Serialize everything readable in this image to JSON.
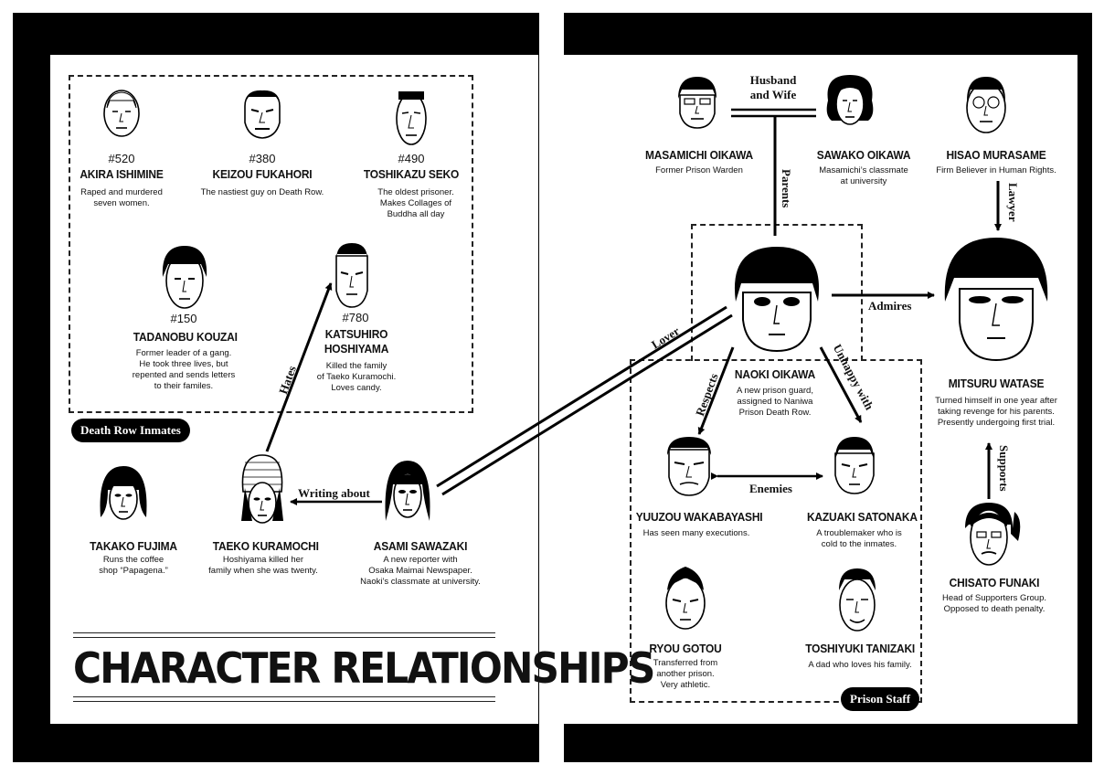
{
  "title": "CHARACTER RELATIONSHIPS",
  "groups": {
    "death_row": "Death Row Inmates",
    "prison_staff": "Prison Staff"
  },
  "characters": {
    "akira": {
      "number": "#520",
      "name": "AKIRA ISHIMINE",
      "desc": [
        "Raped and murdered",
        "seven women."
      ]
    },
    "keizou": {
      "number": "#380",
      "name": "KEIZOU FUKAHORI",
      "desc": [
        "The nastiest guy on Death Row."
      ]
    },
    "toshikazu": {
      "number": "#490",
      "name": "TOSHIKAZU SEKO",
      "desc": [
        "The oldest prisoner.",
        "Makes Collages of",
        "Buddha all day"
      ]
    },
    "tadanobu": {
      "number": "#150",
      "name": "TADANOBU KOUZAI",
      "desc": [
        "Former leader of a gang.",
        "He took three lives, but",
        "repented and sends letters",
        "to their familes."
      ]
    },
    "katsuhiro": {
      "number": "#780",
      "name": [
        "KATSUHIRO",
        "HOSHIYAMA"
      ],
      "desc": [
        "Killed the family",
        "of Taeko Kuramochi.",
        "Loves candy."
      ]
    },
    "takako": {
      "name": "TAKAKO FUJIMA",
      "desc": [
        "Runs the coffee",
        "shop “Papagena.”"
      ]
    },
    "taeko": {
      "name": "TAEKO KURAMOCHI",
      "desc": [
        "Hoshiyama killed her",
        "family when she was twenty."
      ]
    },
    "asami": {
      "name": "ASAMI SAWAZAKI",
      "desc": [
        "A new reporter with",
        "Osaka Maimai Newspaper.",
        "Naoki’s classmate at university."
      ]
    },
    "masamichi": {
      "name": "MASAMICHI OIKAWA",
      "desc": [
        "Former Prison Warden"
      ]
    },
    "sawako": {
      "name": "SAWAKO OIKAWA",
      "desc": [
        "Masamichi’s classmate",
        "at university"
      ]
    },
    "hisao": {
      "name": "HISAO MURASAME",
      "desc": [
        "Firm Believer in Human Rights."
      ]
    },
    "naoki": {
      "name": "NAOKI OIKAWA",
      "desc": [
        "A new prison guard,",
        "assigned to Naniwa",
        "Prison Death Row."
      ]
    },
    "mitsuru": {
      "name": "MITSURU WATASE",
      "desc": [
        "Turned himself in one year after",
        "taking revenge for his parents.",
        "Presently undergoing first trial."
      ]
    },
    "yuuzou": {
      "name": "YUUZOU WAKABAYASHI",
      "desc": [
        "Has seen many executions."
      ]
    },
    "kazuaki": {
      "name": "KAZUAKI SATONAKA",
      "desc": [
        "A troublemaker who is",
        "cold to the inmates."
      ]
    },
    "ryou": {
      "name": "RYOU GOTOU",
      "desc": [
        "Transferred from",
        "another prison.",
        "Very athletic."
      ]
    },
    "toshiyuki": {
      "name": "TOSHIYUKI TANIZAKI",
      "desc": [
        "A dad who loves his family."
      ]
    },
    "chisato": {
      "name": "CHISATO FUNAKI",
      "desc": [
        "Head of Supporters Group.",
        "Opposed to death penalty."
      ]
    }
  },
  "relationships": {
    "husband_wife": [
      "Husband",
      "and Wife"
    ],
    "parents": "Parents",
    "lawyer": "Lawyer",
    "admires": "Admires",
    "lover": "Lover",
    "respects": "Respects",
    "unhappy_with": "Unhappy with",
    "enemies": "Enemies",
    "supports": "Supports",
    "hates": "Hates",
    "writing_about": "Writing about"
  }
}
